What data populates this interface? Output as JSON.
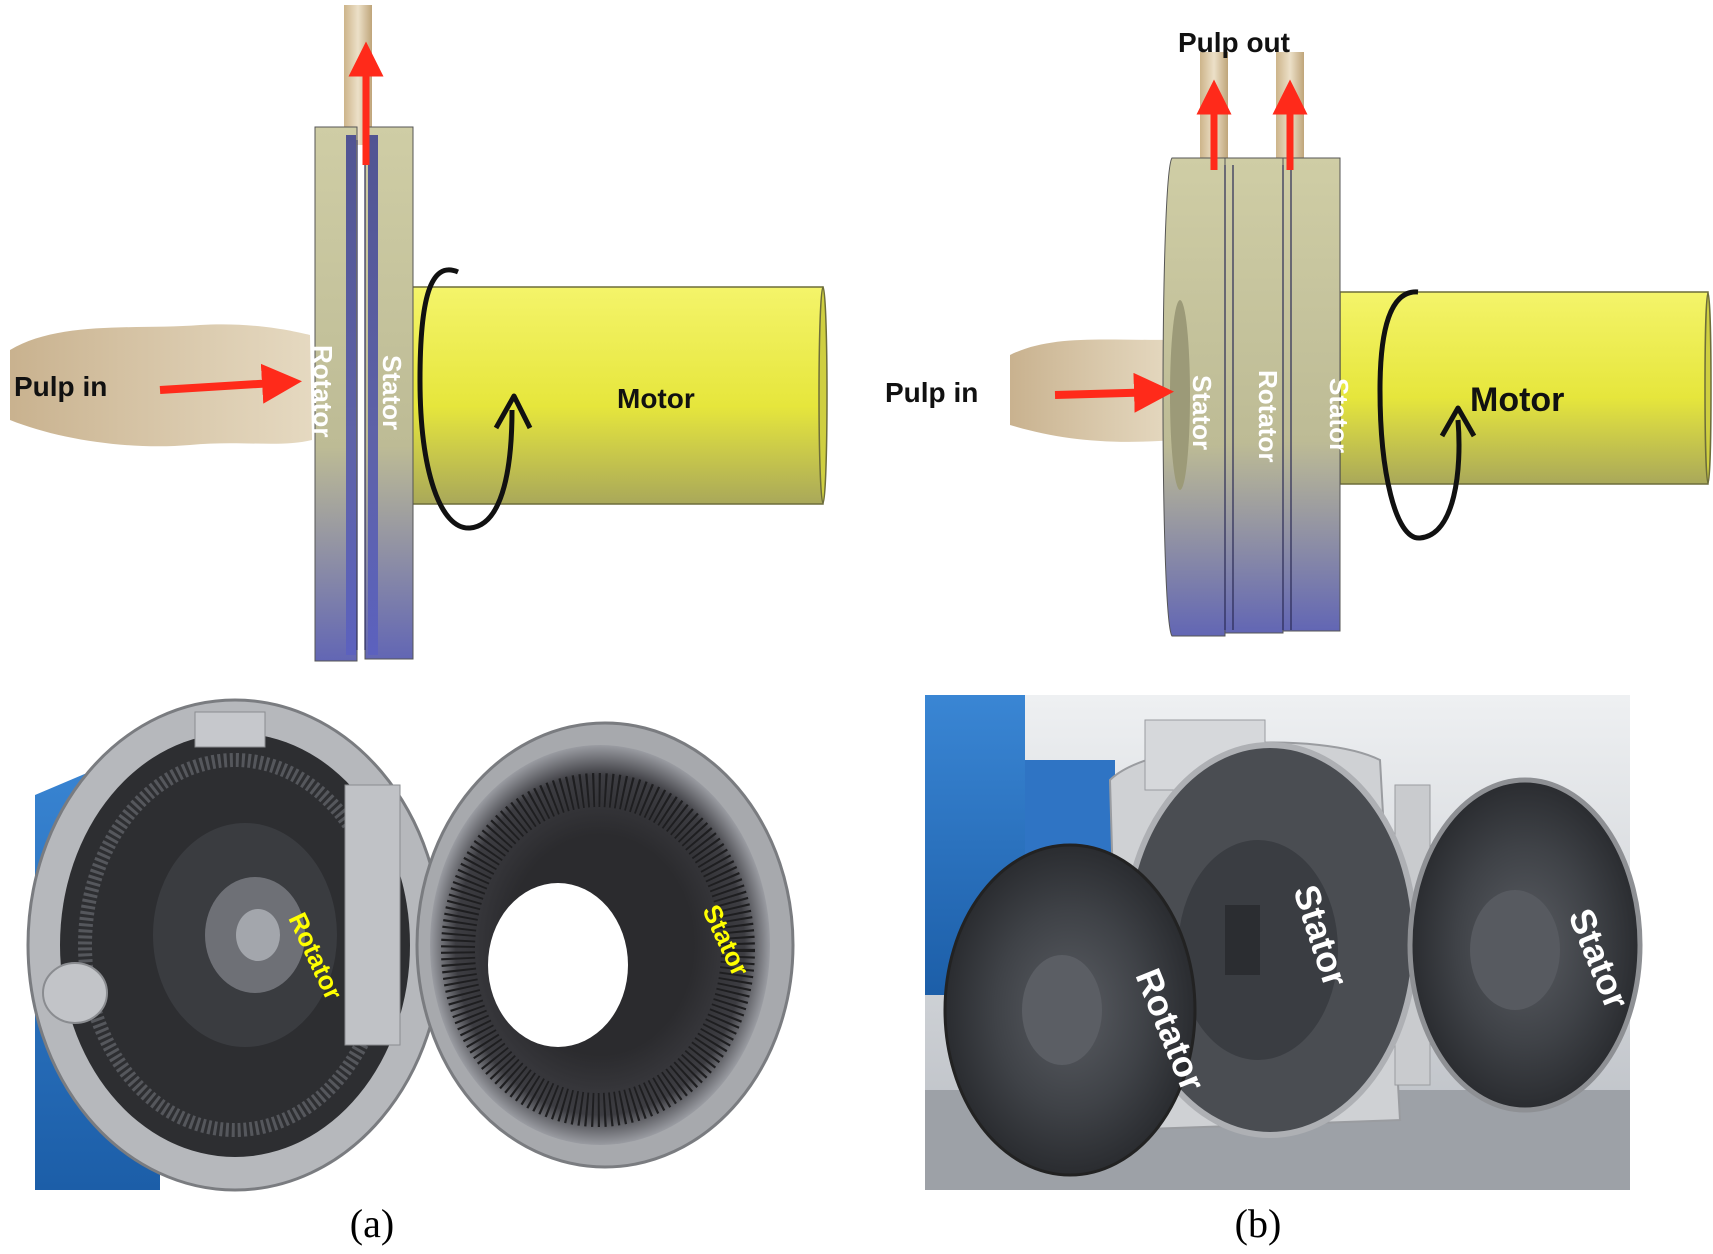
{
  "panel_a": {
    "caption": "(a)",
    "diagram": {
      "pulp_in": "Pulp in",
      "rotator": "Rotator",
      "stator": "Stator",
      "motor": "Motor"
    },
    "photo": {
      "rotator": "Rotator",
      "stator": "Stator"
    }
  },
  "panel_b": {
    "caption": "(b)",
    "diagram": {
      "pulp_out": "Pulp out",
      "pulp_in": "Pulp in",
      "stator_left": "Stator",
      "rotator": "Rotator",
      "stator_right": "Stator",
      "motor": "Motor"
    },
    "photo": {
      "rotator": "Rotator",
      "stator_middle": "Stator",
      "stator_right": "Stator"
    }
  },
  "colors": {
    "arrow": "#ff2a1a",
    "motor": "#e8e84a",
    "disc": "#c9c7a0",
    "disc_shadow": "#5a5fb0",
    "photo_label_a": "#ffff00",
    "photo_label_b": "#ffffff"
  }
}
